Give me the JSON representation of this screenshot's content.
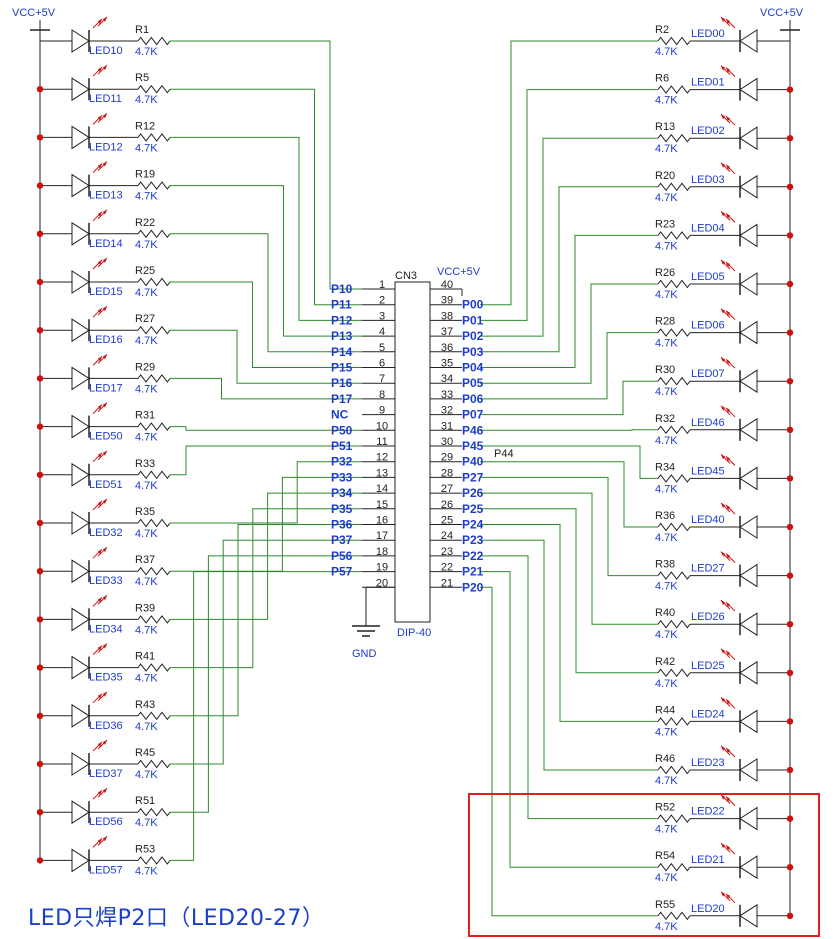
{
  "colors": {
    "wire": "#2e8a2e",
    "component": "#222222",
    "label_blue": "#1d3ccf",
    "junction": "#cc1111",
    "highlight": "#e02020",
    "text": "#222222"
  },
  "power": {
    "vcc_left": "VCC+5V",
    "vcc_right": "VCC+5V",
    "vcc_connector": "VCC+5V",
    "gnd": "GND"
  },
  "connector": {
    "ref": "CN3",
    "part": "DIP-40",
    "extra_label": "P44"
  },
  "pins_left": [
    {
      "num": "1",
      "net": "P10"
    },
    {
      "num": "2",
      "net": "P11"
    },
    {
      "num": "3",
      "net": "P12"
    },
    {
      "num": "4",
      "net": "P13"
    },
    {
      "num": "5",
      "net": "P14"
    },
    {
      "num": "6",
      "net": "P15"
    },
    {
      "num": "7",
      "net": "P16"
    },
    {
      "num": "8",
      "net": "P17"
    },
    {
      "num": "9",
      "net": "NC"
    },
    {
      "num": "10",
      "net": "P50"
    },
    {
      "num": "11",
      "net": "P51"
    },
    {
      "num": "12",
      "net": "P32"
    },
    {
      "num": "13",
      "net": "P33"
    },
    {
      "num": "14",
      "net": "P34"
    },
    {
      "num": "15",
      "net": "P35"
    },
    {
      "num": "16",
      "net": "P36"
    },
    {
      "num": "17",
      "net": "P37"
    },
    {
      "num": "18",
      "net": "P56"
    },
    {
      "num": "19",
      "net": "P57"
    },
    {
      "num": "20",
      "net": ""
    }
  ],
  "pins_right": [
    {
      "num": "40",
      "net": ""
    },
    {
      "num": "39",
      "net": "P00"
    },
    {
      "num": "38",
      "net": "P01"
    },
    {
      "num": "37",
      "net": "P02"
    },
    {
      "num": "36",
      "net": "P03"
    },
    {
      "num": "35",
      "net": "P04"
    },
    {
      "num": "34",
      "net": "P05"
    },
    {
      "num": "33",
      "net": "P06"
    },
    {
      "num": "32",
      "net": "P07"
    },
    {
      "num": "31",
      "net": "P46"
    },
    {
      "num": "30",
      "net": "P45"
    },
    {
      "num": "29",
      "net": "P40"
    },
    {
      "num": "28",
      "net": "P27"
    },
    {
      "num": "27",
      "net": "P26"
    },
    {
      "num": "26",
      "net": "P25"
    },
    {
      "num": "25",
      "net": "P24"
    },
    {
      "num": "24",
      "net": "P23"
    },
    {
      "num": "23",
      "net": "P22"
    },
    {
      "num": "22",
      "net": "P21"
    },
    {
      "num": "21",
      "net": "P20"
    }
  ],
  "left_leds": [
    {
      "res": "R1",
      "val": "4.7K",
      "led": "LED10"
    },
    {
      "res": "R5",
      "val": "4.7K",
      "led": "LED11"
    },
    {
      "res": "R12",
      "val": "4.7K",
      "led": "LED12"
    },
    {
      "res": "R19",
      "val": "4.7K",
      "led": "LED13"
    },
    {
      "res": "R22",
      "val": "4.7K",
      "led": "LED14"
    },
    {
      "res": "R25",
      "val": "4.7K",
      "led": "LED15"
    },
    {
      "res": "R27",
      "val": "4.7K",
      "led": "LED16"
    },
    {
      "res": "R29",
      "val": "4.7K",
      "led": "LED17"
    },
    {
      "res": "R31",
      "val": "4.7K",
      "led": "LED50"
    },
    {
      "res": "R33",
      "val": "4.7K",
      "led": "LED51"
    },
    {
      "res": "R35",
      "val": "4.7K",
      "led": "LED32"
    },
    {
      "res": "R37",
      "val": "4.7K",
      "led": "LED33"
    },
    {
      "res": "R39",
      "val": "4.7K",
      "led": "LED34"
    },
    {
      "res": "R41",
      "val": "4.7K",
      "led": "LED35"
    },
    {
      "res": "R43",
      "val": "4.7K",
      "led": "LED36"
    },
    {
      "res": "R45",
      "val": "4.7K",
      "led": "LED37"
    },
    {
      "res": "R51",
      "val": "4.7K",
      "led": "LED56"
    },
    {
      "res": "R53",
      "val": "4.7K",
      "led": "LED57"
    }
  ],
  "right_leds": [
    {
      "res": "R2",
      "val": "4.7K",
      "led": "LED00"
    },
    {
      "res": "R6",
      "val": "4.7K",
      "led": "LED01"
    },
    {
      "res": "R13",
      "val": "4.7K",
      "led": "LED02"
    },
    {
      "res": "R20",
      "val": "4.7K",
      "led": "LED03"
    },
    {
      "res": "R23",
      "val": "4.7K",
      "led": "LED04"
    },
    {
      "res": "R26",
      "val": "4.7K",
      "led": "LED05"
    },
    {
      "res": "R28",
      "val": "4.7K",
      "led": "LED06"
    },
    {
      "res": "R30",
      "val": "4.7K",
      "led": "LED07"
    },
    {
      "res": "R32",
      "val": "4.7K",
      "led": "LED46"
    },
    {
      "res": "R34",
      "val": "4.7K",
      "led": "LED45"
    },
    {
      "res": "R36",
      "val": "4.7K",
      "led": "LED40"
    },
    {
      "res": "R38",
      "val": "4.7K",
      "led": "LED27"
    },
    {
      "res": "R40",
      "val": "4.7K",
      "led": "LED26"
    },
    {
      "res": "R42",
      "val": "4.7K",
      "led": "LED25"
    },
    {
      "res": "R44",
      "val": "4.7K",
      "led": "LED24"
    },
    {
      "res": "R46",
      "val": "4.7K",
      "led": "LED23"
    },
    {
      "res": "R52",
      "val": "4.7K",
      "led": "LED22"
    },
    {
      "res": "R54",
      "val": "4.7K",
      "led": "LED21"
    },
    {
      "res": "R55",
      "val": "4.7K",
      "led": "LED20"
    }
  ],
  "caption": "LED只焊P2口（LED20-27）"
}
